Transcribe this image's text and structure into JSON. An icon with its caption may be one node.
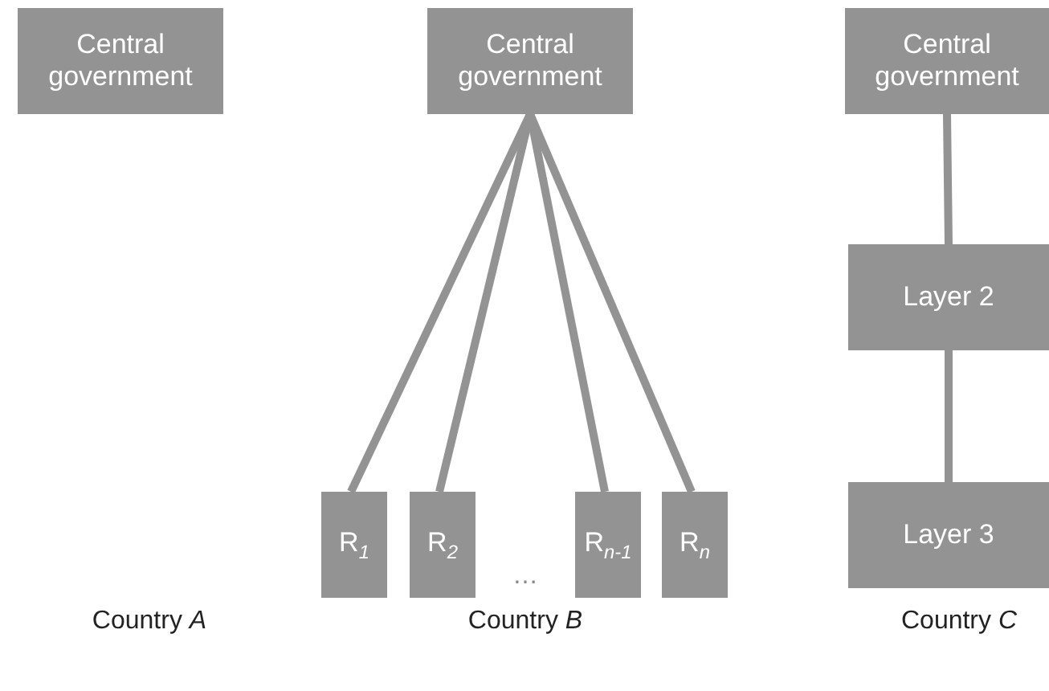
{
  "diagram": {
    "nodes": [
      {
        "text": [
          "Central government"
        ]
      },
      {
        "text": [
          "Central government"
        ]
      },
      {
        "text": [
          "R$_{1}$"
        ]
      },
      {
        "text": [
          "R$_{2}$"
        ]
      },
      {
        "text": [
          "R$_{n-1}$"
        ]
      },
      {
        "text": [
          "R$_{n}$"
        ]
      },
      {
        "text": [
          "Central government"
        ]
      },
      {
        "text": [
          "Layer 2"
        ]
      },
      {
        "text": [
          "Layer 3"
        ]
      }
    ],
    "edges": [
      {
        "from": 1,
        "to": 2,
        "arrow": "none"
      },
      {
        "from": 1,
        "to": 3,
        "arrow": "none"
      },
      {
        "from": 1,
        "to": 4,
        "arrow": "none"
      },
      {
        "from": 1,
        "to": 5,
        "arrow": "none"
      },
      {
        "from": 6,
        "to": 7,
        "arrow": "none"
      },
      {
        "from": 7,
        "to": 8,
        "arrow": "none"
      }
    ],
    "labels": [
      "…",
      "Country *A*",
      "Country *B*",
      "Country *C*"
    ]
  }
}
